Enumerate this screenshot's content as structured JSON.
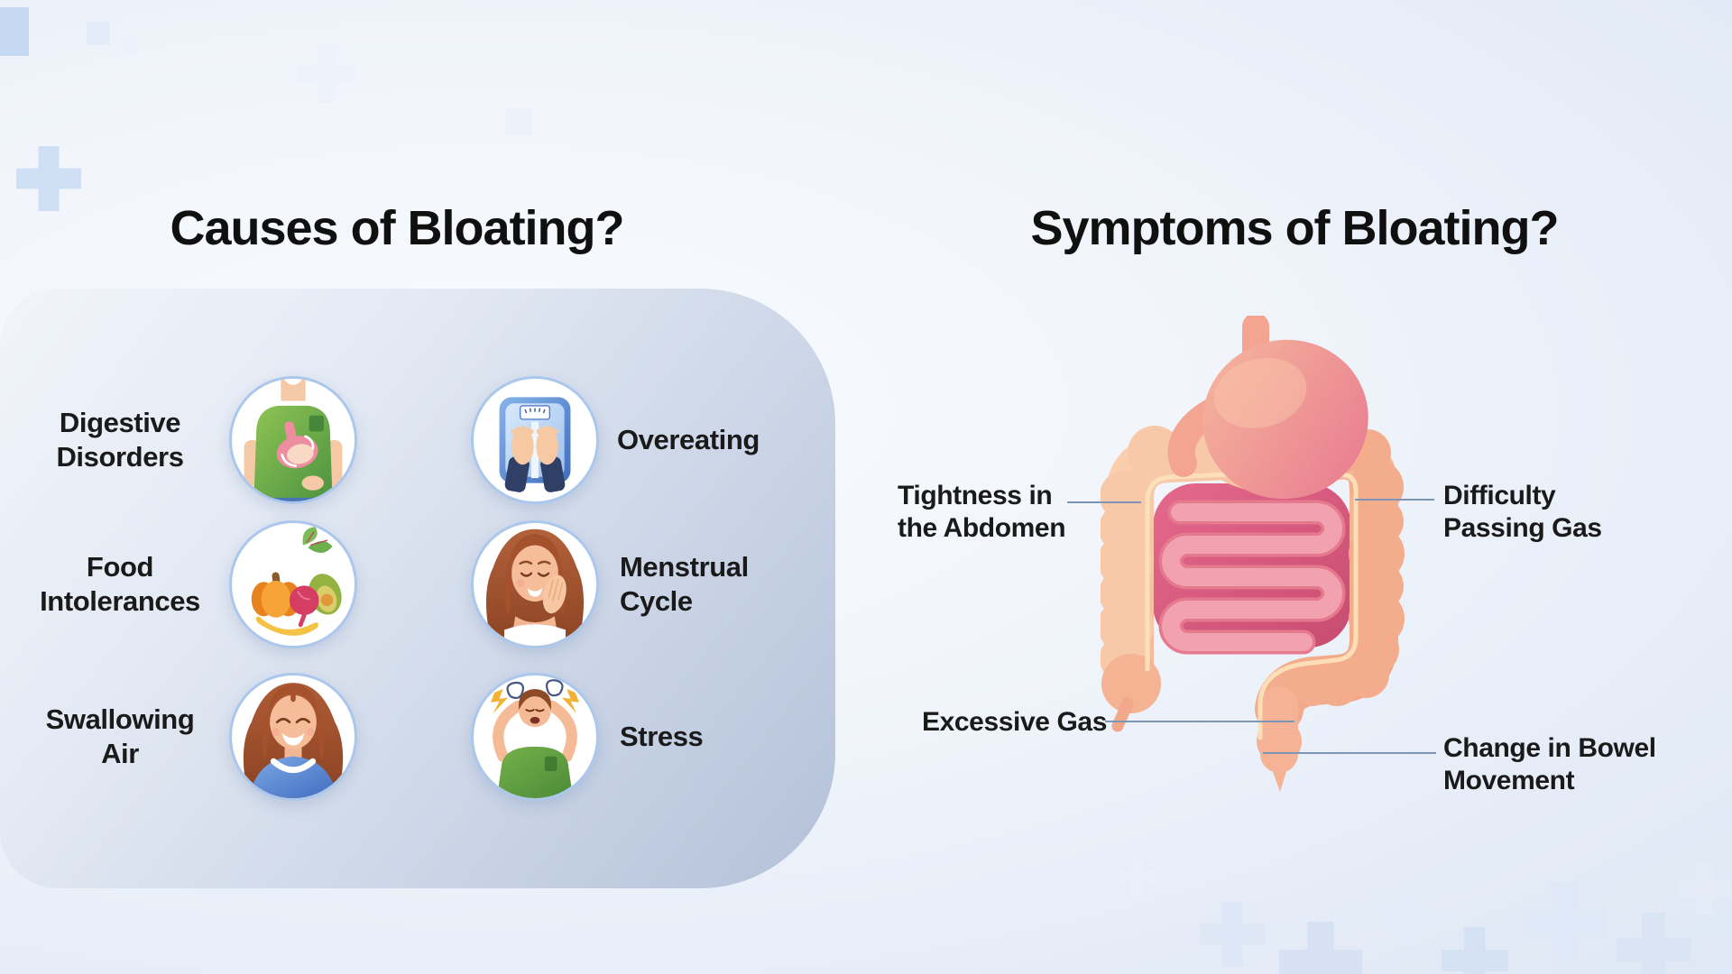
{
  "causes": {
    "heading": "Causes of Bloating?",
    "items": [
      {
        "label": "Digestive Disorders",
        "lines": [
          "Digestive",
          "Disorders"
        ],
        "icon": "digestive-disorders-icon",
        "column": "left",
        "row": 1
      },
      {
        "label": "Overeating",
        "lines": [
          "Overeating"
        ],
        "icon": "overeating-scale-icon",
        "column": "right",
        "row": 1
      },
      {
        "label": "Food Intolerances",
        "lines": [
          "Food",
          "Intolerances"
        ],
        "icon": "food-intolerances-icon",
        "column": "left",
        "row": 2
      },
      {
        "label": "Menstrual Cycle",
        "lines": [
          "Menstrual",
          "Cycle"
        ],
        "icon": "menstrual-cycle-icon",
        "column": "right",
        "row": 2
      },
      {
        "label": "Swallowing Air",
        "lines": [
          "Swallowing",
          "Air"
        ],
        "icon": "swallowing-air-icon",
        "column": "left",
        "row": 3
      },
      {
        "label": "Stress",
        "lines": [
          "Stress"
        ],
        "icon": "stress-icon",
        "column": "right",
        "row": 3
      }
    ]
  },
  "symptoms": {
    "heading": "Symptoms of Bloating?",
    "illustration": "digestive-tract-illustration",
    "labels": [
      {
        "label": "Tightness in the Abdomen",
        "lines": [
          "Tightness in",
          "the Abdomen"
        ],
        "position": "upper-left"
      },
      {
        "label": "Difficulty Passing Gas",
        "lines": [
          "Difficulty",
          "Passing Gas"
        ],
        "position": "upper-right"
      },
      {
        "label": "Excessive Gas",
        "lines": [
          "Excessive Gas"
        ],
        "position": "lower-left"
      },
      {
        "label": "Change in Bowel Movement",
        "lines": [
          "Change in Bowel",
          "Movement"
        ],
        "position": "lower-right"
      }
    ]
  },
  "colors": {
    "heading_text": "#101010",
    "label_text": "#1a1a1a",
    "panel_gradient_start": "#f1f4fa",
    "panel_gradient_end": "#b3c1d8",
    "circle_border": "#abc8ec",
    "leader_line": "#7e96b5",
    "stomach_pink": "#e87890",
    "colon_peach": "#f3ad8d",
    "cavity_rose": "#d05678",
    "small_intestine_pink": "#f2a2ae",
    "background_cross": "#d6e2f4"
  }
}
